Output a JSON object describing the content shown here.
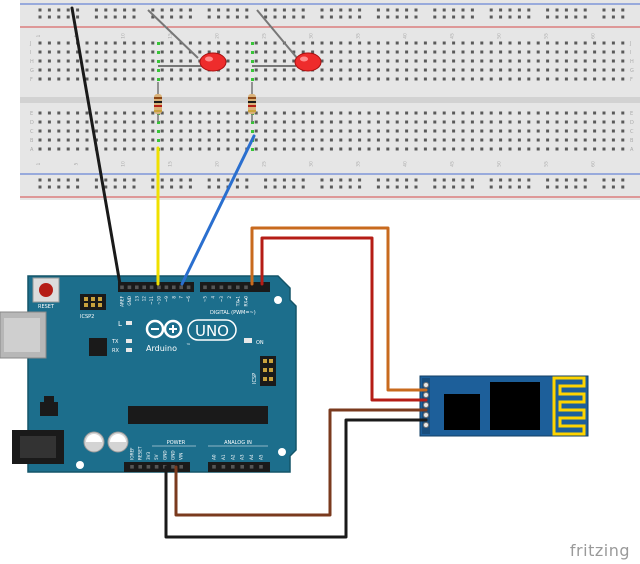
{
  "watermark": "fritzing",
  "arduino": {
    "reset_label": "RESET",
    "icsp2_label": "ICSP2",
    "icsp_label": "ICSP",
    "uno_label": "UNO",
    "brand_label": "Arduino",
    "tm_label": "™",
    "digital_label": "DIGITAL (PWM=~)",
    "on_label": "ON",
    "l_label": "L",
    "tx_label": "TX",
    "rx_label": "RX",
    "power_label": "POWER",
    "analog_label": "ANALOG IN",
    "top_pins": [
      "AREF",
      "GND",
      "13",
      "12",
      "~11",
      "~10",
      "~9",
      "8",
      "7",
      "~6",
      "~5",
      "4",
      "~3",
      "2",
      "TX▸1",
      "RX◂0"
    ],
    "bottom_power_pins": [
      "IOREF",
      "RESET",
      "3V3",
      "5V",
      "GND",
      "GND",
      "VIN"
    ],
    "bottom_analog_pins": [
      "A0",
      "A1",
      "A2",
      "A3",
      "A4",
      "A5"
    ]
  },
  "breadboard": {
    "row_letters_top": [
      "J",
      "I",
      "H",
      "G",
      "F"
    ],
    "row_letters_bottom": [
      "E",
      "D",
      "C",
      "B",
      "A"
    ],
    "column_numbers": [
      "1",
      "5",
      "10",
      "15",
      "20",
      "25",
      "30",
      "35",
      "40",
      "45",
      "50",
      "55",
      "60"
    ]
  },
  "colors": {
    "board": "#1c6e8c",
    "board_dark": "#135569",
    "breadboard": "#e6e6e6",
    "wire_black": "#1a1a1a",
    "wire_yellow": "#f0e000",
    "wire_blue": "#2a6fcf",
    "wire_orange": "#c86a1e",
    "wire_red": "#b51d16",
    "wire_brown": "#7a3a1e",
    "led_red": "#ee2c2c",
    "module_blue": "#1d5f9a",
    "antenna_yellow": "#ffd400"
  }
}
